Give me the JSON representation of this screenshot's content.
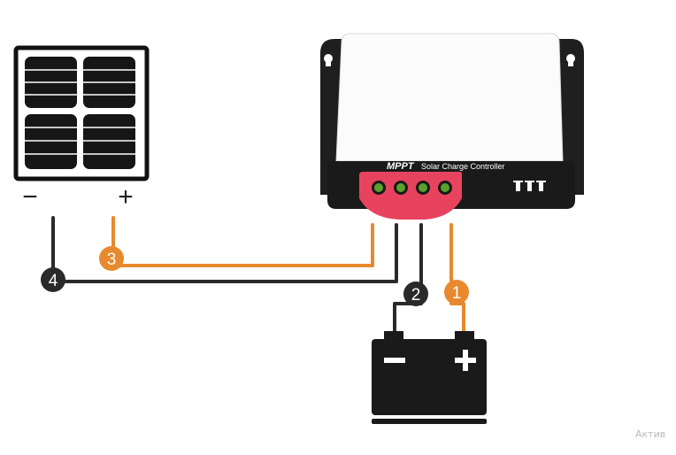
{
  "panel": {
    "negative_sign": "−",
    "positive_sign": "+"
  },
  "controller": {
    "brand": "MPPT",
    "name": "Solar Charge Controller"
  },
  "battery": {
    "negative_sign": "−",
    "positive_sign": "+"
  },
  "steps": [
    {
      "label": "1"
    },
    {
      "label": "2"
    },
    {
      "label": "3"
    },
    {
      "label": "4"
    }
  ],
  "watermark": "Актив",
  "colors": {
    "positive_wire": "#e8892e",
    "negative_wire": "#2a2a2a",
    "terminal_block": "#e8435e",
    "device_body": "#1f1f1f"
  }
}
